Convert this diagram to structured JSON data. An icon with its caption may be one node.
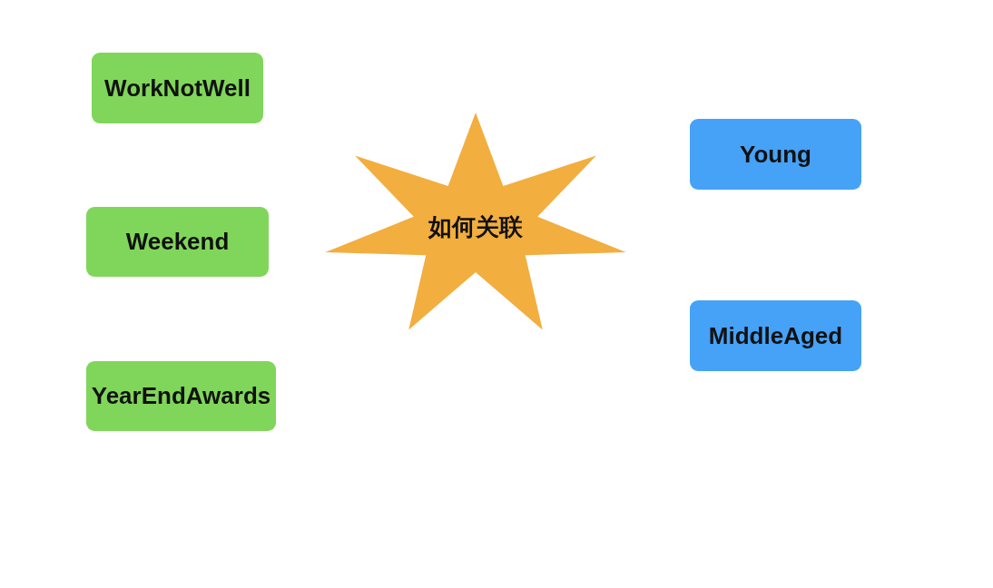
{
  "diagram": {
    "nodes": [
      {
        "text": [
          "WorkNotWell"
        ]
      },
      {
        "text": [
          "Weekend"
        ]
      },
      {
        "text": [
          "YearEndAwards"
        ]
      },
      {
        "text": [
          "如何关联"
        ]
      },
      {
        "text": [
          "Young"
        ]
      },
      {
        "text": [
          "MiddleAged"
        ]
      }
    ]
  }
}
